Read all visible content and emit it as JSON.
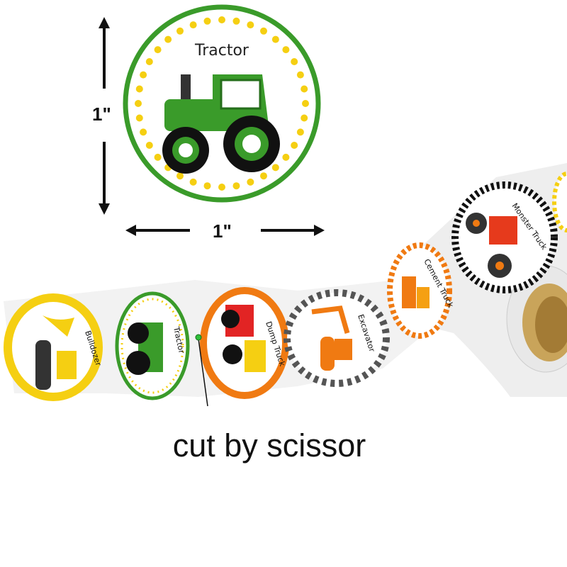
{
  "dimensions": {
    "height_label": "1\"",
    "width_label": "1\""
  },
  "featured_sticker": {
    "label": "Tractor",
    "colors": {
      "ring": "#3a9b2a",
      "dots": "#f5cf12"
    }
  },
  "strip_stickers": [
    {
      "label": "Bulldozer",
      "color": "#f5cf12"
    },
    {
      "label": "Tractor",
      "color": "#3a9b2a"
    },
    {
      "label": "Dump Truck",
      "color": "#f07a12"
    },
    {
      "label": "Excavator",
      "color": "#555555"
    },
    {
      "label": "Cement Truck",
      "color": "#f07a12"
    },
    {
      "label": "Monster Truck",
      "color": "#111111"
    }
  ],
  "caption": "cut by scissor"
}
